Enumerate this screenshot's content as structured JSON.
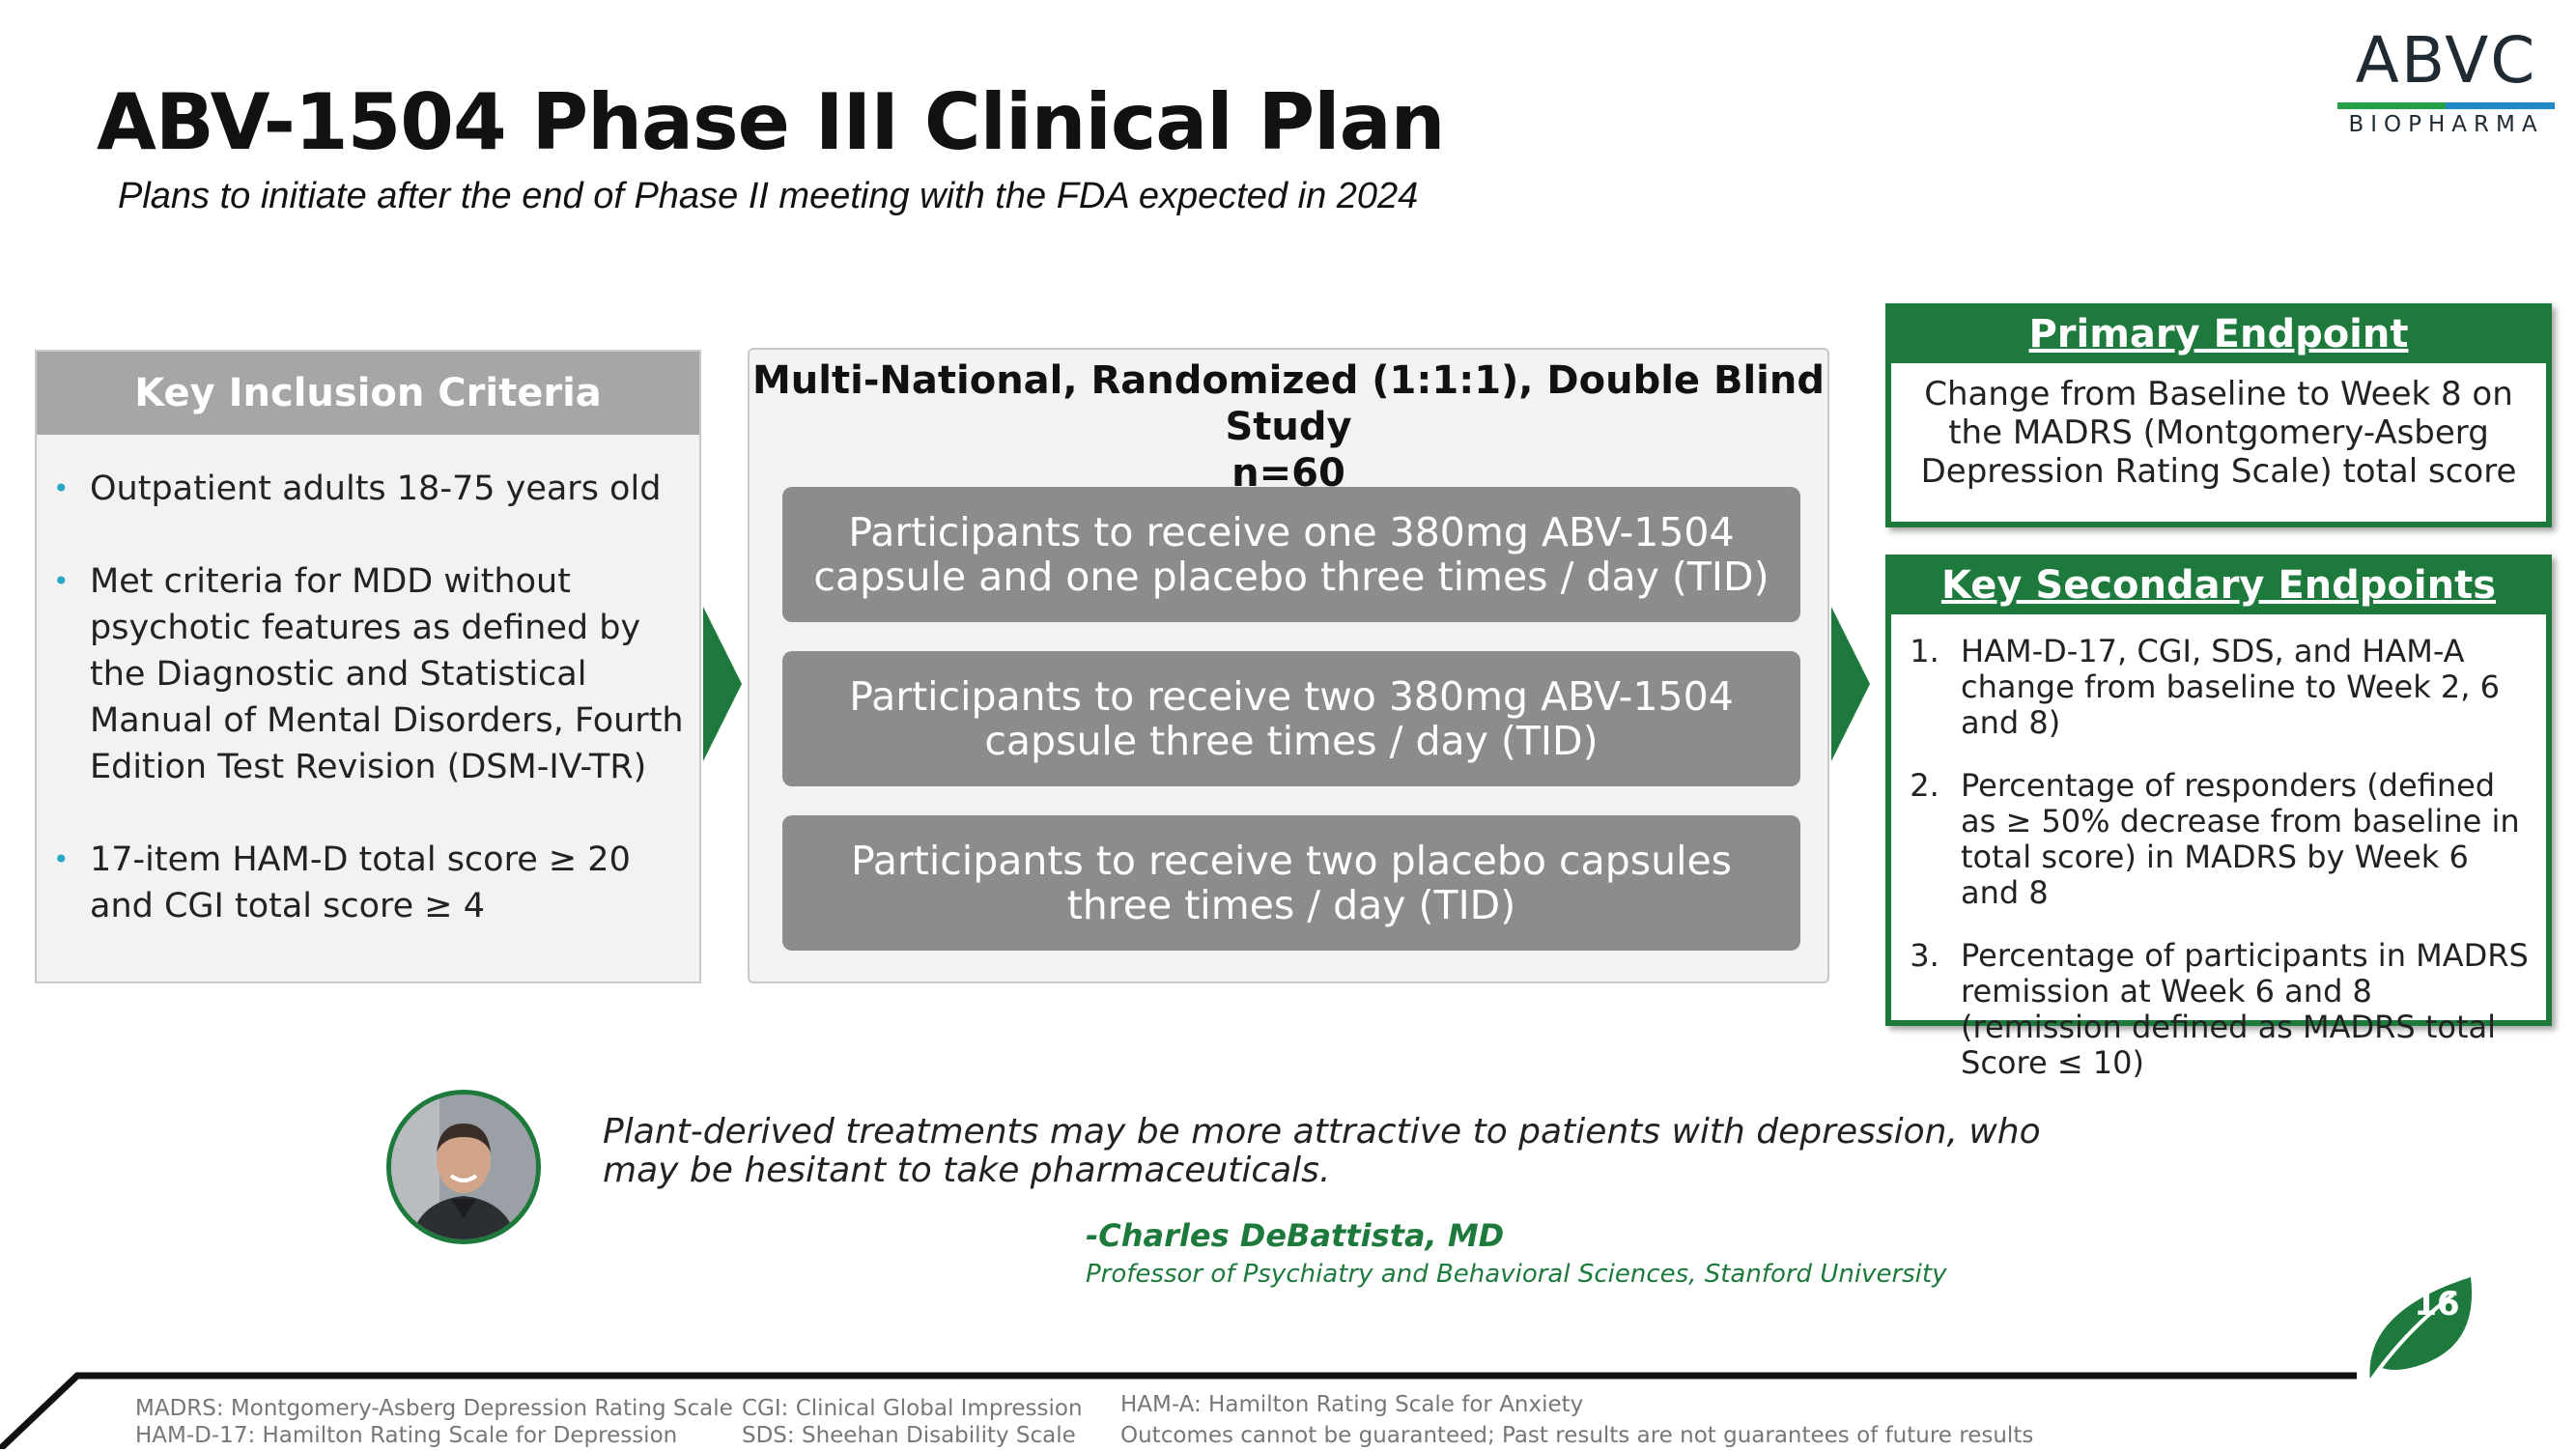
{
  "title": "ABV-1504 Phase III Clinical Plan",
  "subtitle": "Plans to initiate after the end of Phase II meeting with the FDA expected in 2024",
  "logo": {
    "word": "ABVC",
    "sub": "BIOPHARMA",
    "colors": {
      "green": "#27a04a",
      "blue": "#1e88c8"
    }
  },
  "inclusion": {
    "heading": "Key Inclusion Criteria",
    "items": [
      "Outpatient adults 18-75 years old",
      "Met criteria for MDD without psychotic features as defined by the Diagnostic and Statistical Manual of Mental Disorders, Fourth Edition Test Revision (DSM-IV-TR)",
      "17-item HAM-D total score ≥ 20 and CGI total score ≥ 4"
    ]
  },
  "study": {
    "heading": "Multi-National, Randomized (1:1:1), Double Blind Study",
    "n": "n=60",
    "arms": [
      "Participants to receive one 380mg ABV-1504 capsule and one placebo three times / day (TID)",
      "Participants to receive two 380mg ABV-1504 capsule three times / day (TID)",
      "Participants to receive two placebo capsules three times / day (TID)"
    ]
  },
  "primary_endpoint": {
    "heading": "Primary Endpoint",
    "text": "Change from Baseline to Week 8 on the MADRS (Montgomery-Asberg Depression Rating Scale) total score"
  },
  "secondary_endpoints": {
    "heading": "Key Secondary Endpoints",
    "items": [
      "HAM-D-17, CGI, SDS, and HAM-A change from baseline to Week 2, 6 and 8)",
      "Percentage of responders (defined as ≥ 50% decrease from baseline in total score) in MADRS by Week 6 and 8",
      "Percentage of participants in MADRS remission at Week 6 and 8 (remission defined as MADRS total Score ≤ 10)"
    ]
  },
  "quote": {
    "text": "Plant-derived treatments may be more attractive to patients with depression, who may be hesitant to take pharmaceuticals.",
    "author": "-Charles DeBattista, MD",
    "author_title": "Professor of Psychiatry and Behavioral Sciences, Stanford University"
  },
  "page_number": "16",
  "footnotes": {
    "col1": [
      "MADRS: Montgomery-Asberg Depression Rating Scale",
      "HAM-D-17: Hamilton Rating Scale for Depression"
    ],
    "col2": [
      "CGI: Clinical Global Impression",
      "SDS: Sheehan Disability Scale"
    ],
    "col3": [
      "HAM-A: Hamilton Rating Scale for Anxiety",
      "Outcomes cannot be guaranteed; Past results are not guarantees of future results"
    ]
  },
  "colors": {
    "accent_green": "#1e7a3c",
    "grey_box": "#8c8c8c",
    "header_grey": "#a6a6a6"
  },
  "icons": [
    "right-arrow-icon",
    "leaf-icon",
    "avatar-photo"
  ]
}
